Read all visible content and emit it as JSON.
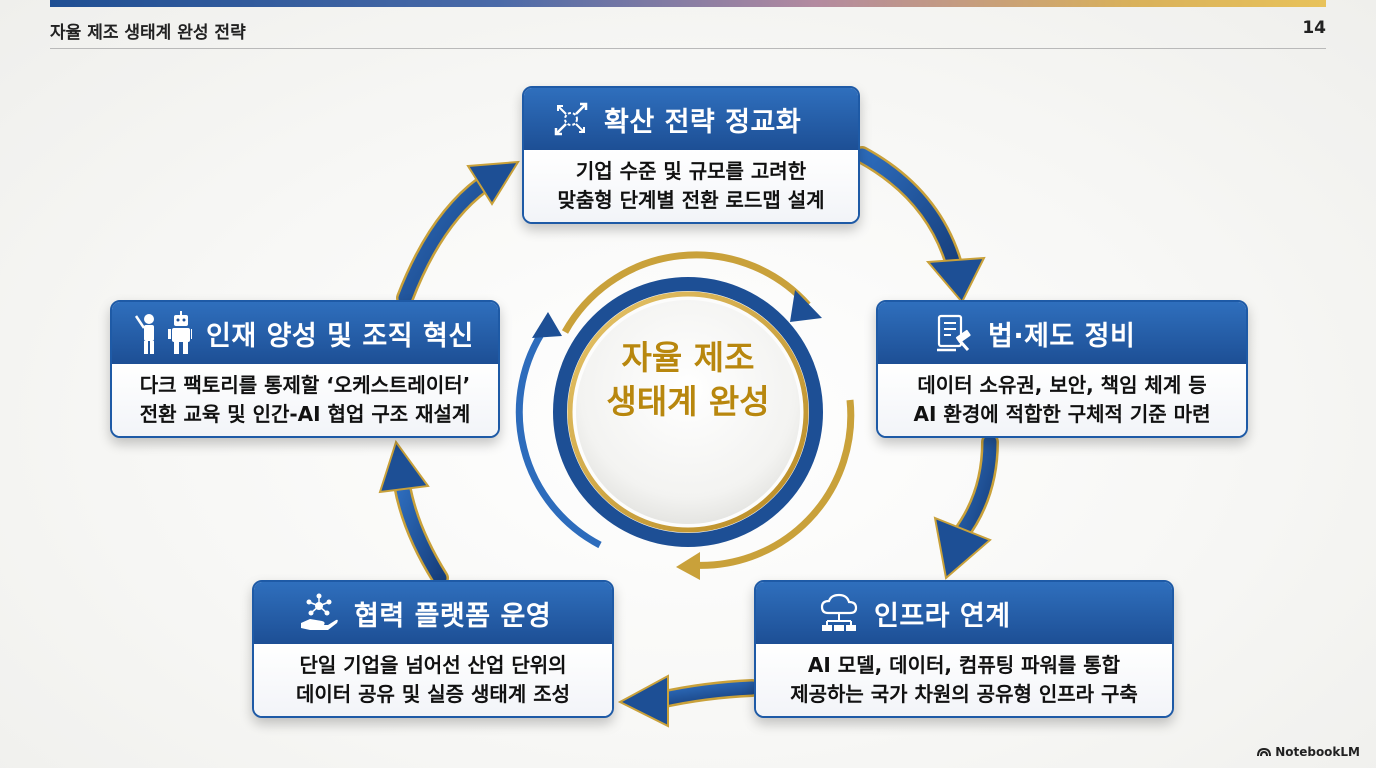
{
  "header": {
    "title": "자율 제조 생태계 완성 전략",
    "page_number": "14"
  },
  "center": {
    "line1": "자율 제조",
    "line2": "생태계 완성"
  },
  "cards": {
    "diffusion": {
      "title": "확산 전략 정교화",
      "icon": "diffusion-arrows-icon",
      "line1": "기업 수준 및 규모를 고려한",
      "line2": "맞춤형 단계별 전환 로드맵 설계"
    },
    "legal": {
      "title": "법·제도 정비",
      "icon": "document-gavel-icon",
      "line1": "데이터 소유권, 보안, 책임 체계 등",
      "line2": "AI 환경에 적합한 구체적 기준 마련"
    },
    "infra": {
      "title": "인프라 연계",
      "icon": "cloud-network-icon",
      "line1": "AI 모델, 데이터, 컴퓨팅 파워를 통합",
      "line2": "제공하는 국가 차원의 공유형 인프라 구축"
    },
    "platform": {
      "title": "협력 플랫폼 운영",
      "icon": "hand-network-icon",
      "line1": "단일 기업을 넘어선 산업 단위의",
      "line2": "데이터 공유 및 실증 생태계 조성"
    },
    "talent": {
      "title": "인재 양성 및 조직 혁신",
      "icon": "teacher-robot-icon",
      "line1": "다크 팩토리를 통제할 ‘오케스트레이터’",
      "line2": "전환 교육 및 인간-AI 협업 구조 재설계"
    }
  },
  "colors": {
    "primary_blue": "#1d4f95",
    "accent_gold": "#c9a13a",
    "center_text_gold": "#b8870e"
  },
  "brand": {
    "label": "NotebookLM"
  }
}
